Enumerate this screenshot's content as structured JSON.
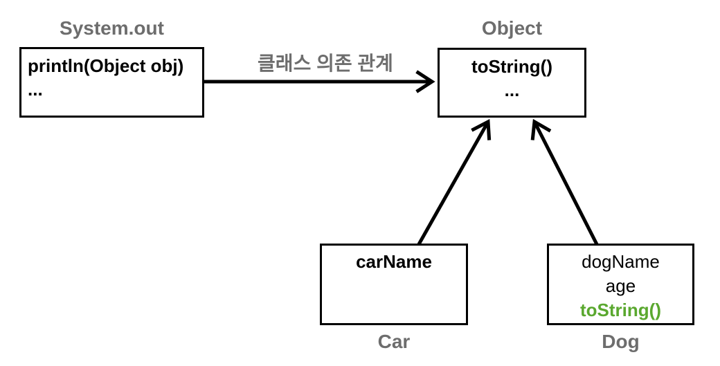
{
  "diagram": {
    "background": "#ffffff",
    "colors": {
      "label_gray": "#6d6d6d",
      "box_border": "#000000",
      "text_black": "#000000",
      "highlight_green": "#5aa82f",
      "arrow_black": "#000000"
    },
    "nodes": {
      "system_out": {
        "title": "System.out",
        "lines": [
          "println(Object obj)",
          "..."
        ]
      },
      "object": {
        "title": "Object",
        "lines": [
          "toString()",
          "..."
        ]
      },
      "car": {
        "title": "Car",
        "lines": [
          "carName"
        ]
      },
      "dog": {
        "title": "Dog",
        "lines": [
          "dogName",
          "age",
          "toString()"
        ],
        "highlighted_line": "toString()"
      }
    },
    "edges": [
      {
        "label": "클래스 의존 관계",
        "from": "System.out",
        "to": "Object",
        "style": "dependency-arrow"
      },
      {
        "label": "",
        "from": "Car",
        "to": "Object",
        "style": "inheritance-arrow"
      },
      {
        "label": "",
        "from": "Dog",
        "to": "Object",
        "style": "inheritance-arrow"
      }
    ]
  }
}
